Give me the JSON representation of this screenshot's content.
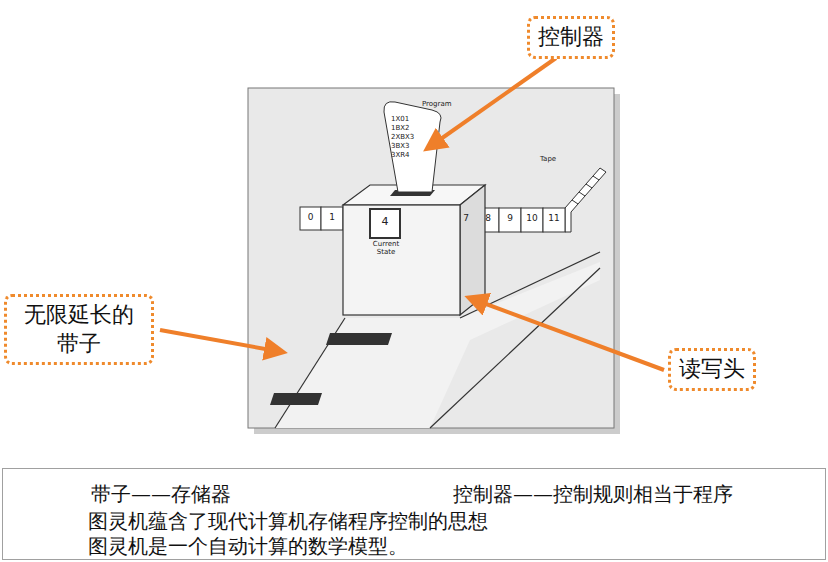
{
  "diagram": {
    "nodes": [
      {
        "text": [
          "控制器"
        ]
      },
      {
        "text": [
          "无限延长的 带子"
        ]
      },
      {
        "text": [
          "读写头"
        ]
      },
      {
        "text": [
          "带子——存储器",
          "控制器——控制规则相当于程序",
          "图灵机蕴含了现代计算机存储程序控制的思想",
          "图灵机是一个自动计算的数学模型。"
        ]
      }
    ],
    "labels": [
      "Program",
      "1X01",
      "1BX2",
      "2XBX3",
      "3BX3",
      "3XR4",
      "Tape",
      "0",
      "1",
      "4",
      "Current State",
      "7",
      "8",
      "9",
      "10",
      "11"
    ]
  }
}
